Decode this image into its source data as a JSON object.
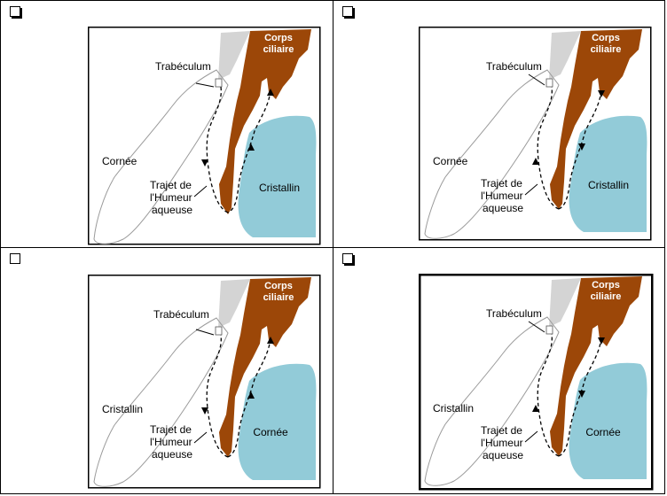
{
  "options": [
    {
      "checkbox_style": "shadow",
      "labels": {
        "corps_ciliaire_line1": "Corps",
        "corps_ciliaire_line2": "ciliaire",
        "trabeculum": "Trabéculum",
        "cornea_side": "Cornée",
        "trajet_line1": "Trajet de",
        "trajet_line2": "l'Humeur",
        "trajet_line3": "aqueuse",
        "lens_side": "Cristallin"
      },
      "arrow_direction": "down"
    },
    {
      "checkbox_style": "shadow",
      "labels": {
        "corps_ciliaire_line1": "Corps",
        "corps_ciliaire_line2": "ciliaire",
        "trabeculum": "Trabéculum",
        "cornea_side": "Cornée",
        "trajet_line1": "Trajet de",
        "trajet_line2": "l'Humeur",
        "trajet_line3": "aqueuse",
        "lens_side": "Cristallin"
      },
      "arrow_direction": "up"
    },
    {
      "checkbox_style": "plain",
      "labels": {
        "corps_ciliaire_line1": "Corps",
        "corps_ciliaire_line2": "ciliaire",
        "trabeculum": "Trabéculum",
        "cornea_side": "Cristallin",
        "trajet_line1": "Trajet de",
        "trajet_line2": "l'Humeur",
        "trajet_line3": "aqueuse",
        "lens_side": "Cornée"
      },
      "arrow_direction": "down"
    },
    {
      "checkbox_style": "shadow",
      "labels": {
        "corps_ciliaire_line1": "Corps",
        "corps_ciliaire_line2": "ciliaire",
        "trabeculum": "Trabéculum",
        "cornea_side": "Cristallin",
        "trajet_line1": "Trajet de",
        "trajet_line2": "l'Humeur",
        "trajet_line3": "aqueuse",
        "lens_side": "Cornée"
      },
      "arrow_direction": "up"
    }
  ],
  "colors": {
    "ciliary_body": "#9c4708",
    "lens": "#92cbd8",
    "sclera": "#d4d4d4",
    "cornea_outline": "#9a9a9a",
    "frame": "#000000"
  }
}
